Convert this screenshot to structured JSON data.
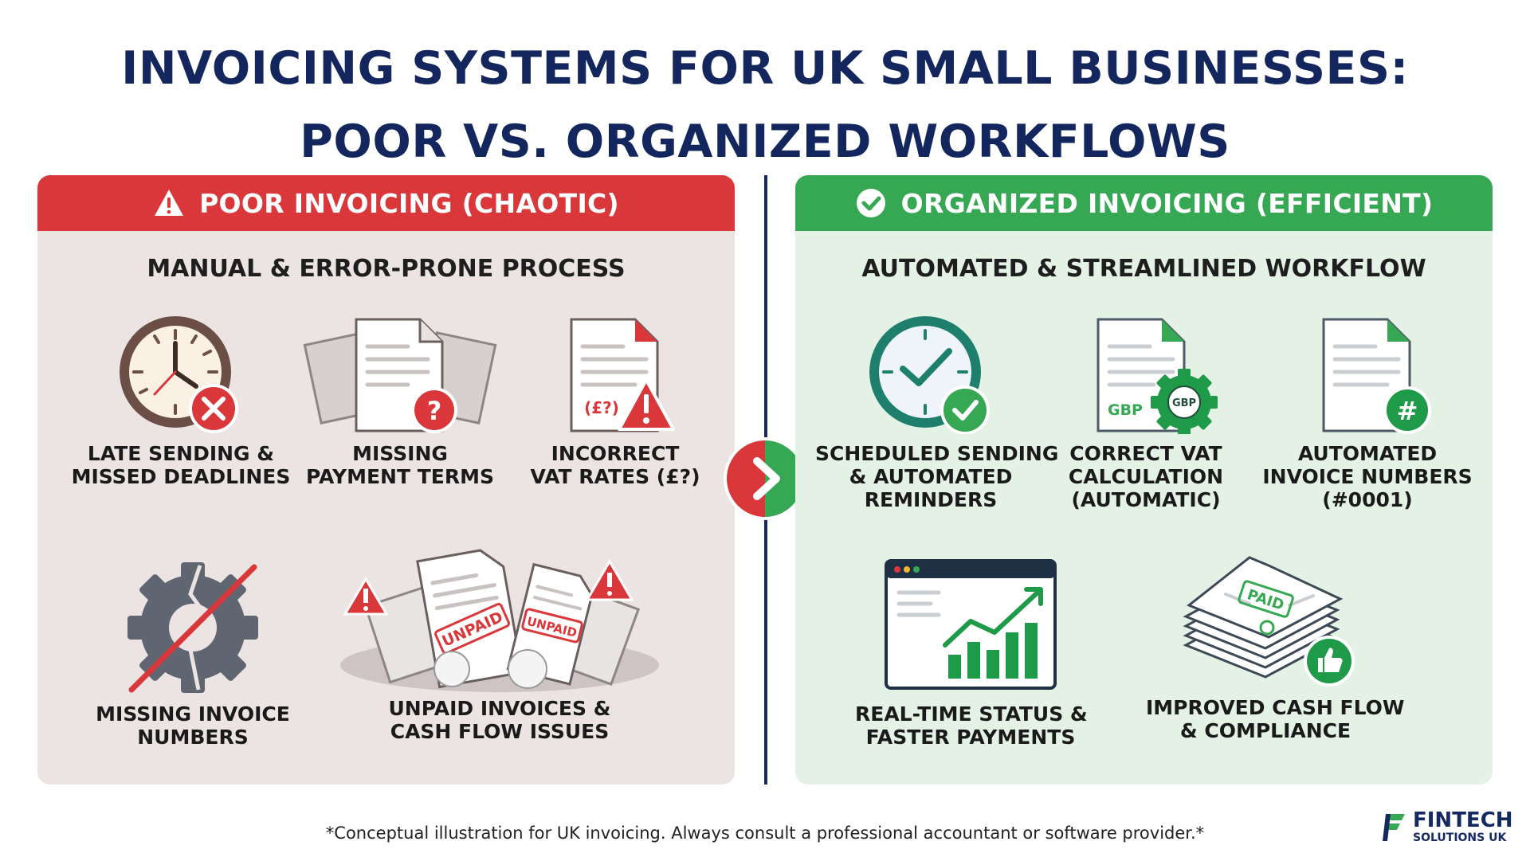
{
  "title": {
    "line1": "INVOICING SYSTEMS FOR UK SMALL BUSINESSES:",
    "line2": "POOR VS. ORGANIZED WORKFLOWS"
  },
  "poor": {
    "header": "POOR INVOICING (CHAOTIC)",
    "subheading": "MANUAL & ERROR-PRONE PROCESS",
    "items": [
      {
        "line1": "LATE SENDING &",
        "line2": "MISSED DEADLINES"
      },
      {
        "line1": "MISSING",
        "line2": "PAYMENT TERMS"
      },
      {
        "line1": "INCORRECT",
        "line2": "VAT RATES (£?)",
        "icon_text": "(£?)"
      },
      {
        "line1": "MISSING INVOICE",
        "line2": "NUMBERS"
      },
      {
        "line1": "UNPAID INVOICES &",
        "line2": "CASH FLOW ISSUES",
        "stamp": "UNPAID"
      }
    ]
  },
  "good": {
    "header": "ORGANIZED INVOICING (EFFICIENT)",
    "subheading": "AUTOMATED & STREAMLINED WORKFLOW",
    "items": [
      {
        "line1": "SCHEDULED SENDING",
        "line2": "& AUTOMATED",
        "line3": "REMINDERS"
      },
      {
        "line1": "CORRECT VAT",
        "line2": "CALCULATION",
        "line3": "(AUTOMATIC)",
        "icon_text": "GBP"
      },
      {
        "line1": "AUTOMATED",
        "line2": "INVOICE NUMBERS",
        "line3": "(#0001)",
        "icon_text": "#"
      },
      {
        "line1": "REAL-TIME STATUS &",
        "line2": "FASTER PAYMENTS"
      },
      {
        "line1": "IMPROVED CASH FLOW",
        "line2": "& COMPLIANCE",
        "stamp": "PAID"
      }
    ]
  },
  "footer": "*Conceptual illustration for UK invoicing. Always consult a professional accountant or software provider.*",
  "logo": {
    "line1": "FINTECH",
    "line2": "SOLUTIONS UK"
  },
  "colors": {
    "navy": "#13275e",
    "red": "#d9373a",
    "green": "#36a853",
    "poor_bg": "#ece3e3",
    "good_bg": "#e4f2e6"
  }
}
